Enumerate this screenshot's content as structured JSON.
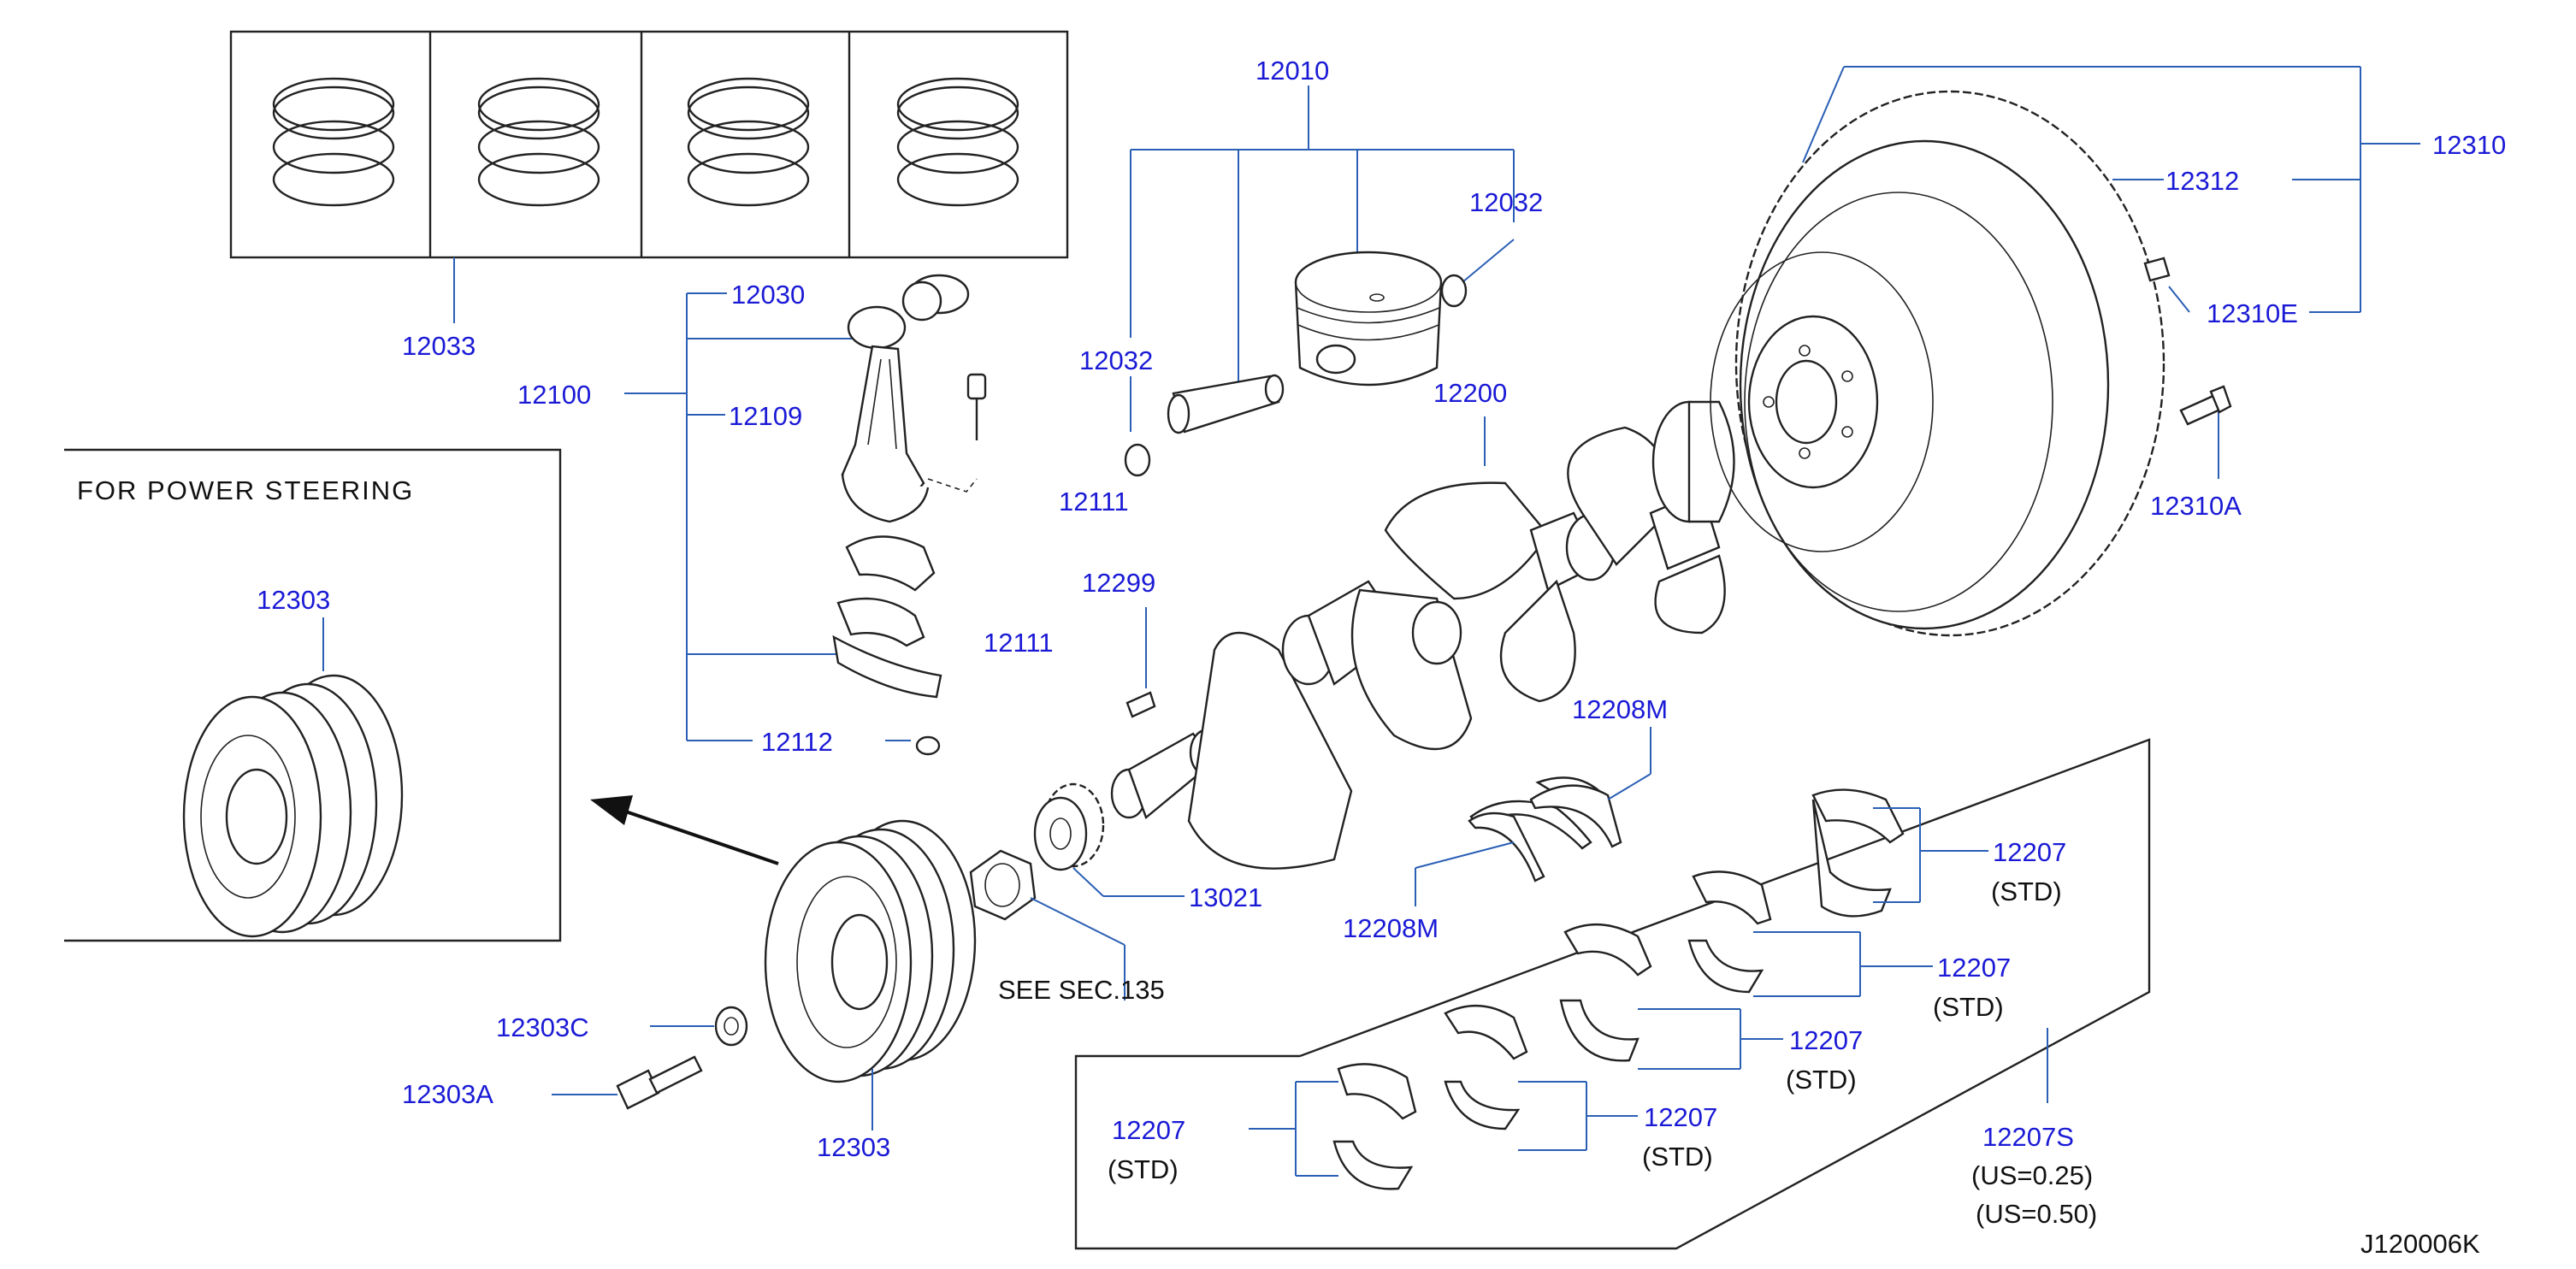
{
  "colors": {
    "label": "#1a1ad6",
    "leader": "#2a5fb5",
    "line": "#222222",
    "text": "#111111"
  },
  "labels": {
    "p12033": "12033",
    "p12030": "12030",
    "p12100": "12100",
    "p12109": "12109",
    "p12111a": "12111",
    "p12111b": "12111",
    "p12112": "12112",
    "p12010": "12010",
    "p12032a": "12032",
    "p12032b": "12032",
    "p12200": "12200",
    "p12299": "12299",
    "p12310": "12310",
    "p12312": "12312",
    "p12310E": "12310E",
    "p12310A": "12310A",
    "p12303_inset": "12303",
    "p12303": "12303",
    "p12303C": "12303C",
    "p12303A": "12303A",
    "p13021": "13021",
    "p12208M_a": "12208M",
    "p12208M_b": "12208M",
    "p12207_1": "12207",
    "p12207_2": "12207",
    "p12207_3": "12207",
    "p12207_4": "12207",
    "p12207_5": "12207",
    "p12207S": "12207S"
  },
  "notes": {
    "std1": "(STD)",
    "std2": "(STD)",
    "std3": "(STD)",
    "std4": "(STD)",
    "std5": "(STD)",
    "us025": "(US=0.25)",
    "us050": "(US=0.50)",
    "see_sec": "SEE SEC.135",
    "inset_title": "FOR POWER STEERING",
    "diagram_id": "J120006K"
  },
  "icons": {
    "piston_rings": "piston-ring-set-icon",
    "connecting_rod": "connecting-rod-icon",
    "piston": "piston-icon",
    "crankshaft": "crankshaft-icon",
    "flywheel": "flywheel-icon",
    "pulley": "crankshaft-pulley-icon",
    "bearing": "bearing-shell-icon",
    "arrow": "arrow-icon"
  }
}
